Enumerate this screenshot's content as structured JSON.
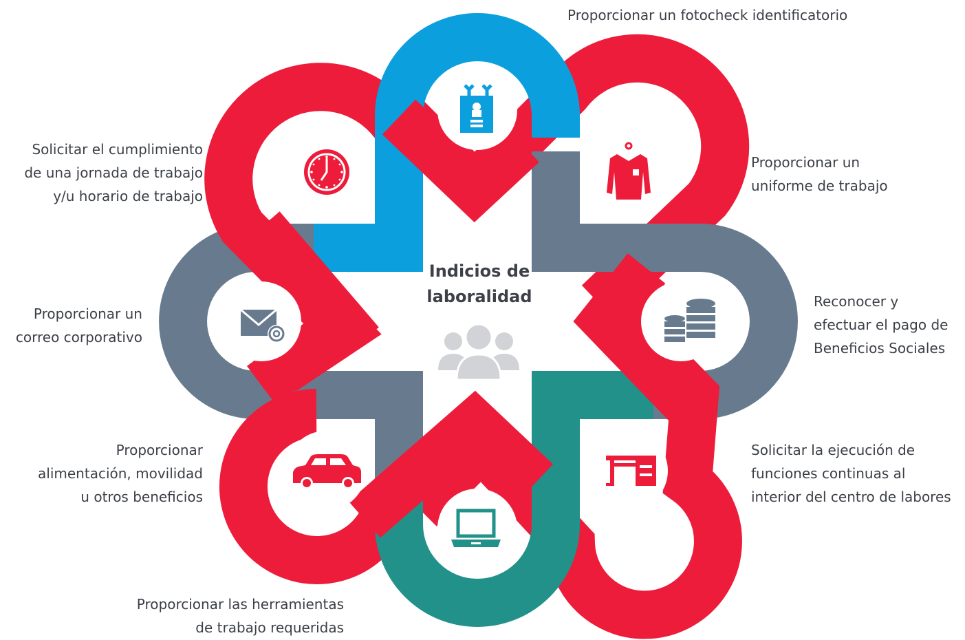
{
  "center": {
    "title_line1": "Indicios de",
    "title_line2": "laboralidad",
    "icon": "people-group-icon"
  },
  "colors": {
    "red": "#ED1C3A",
    "blue": "#0B9FDE",
    "slate": "#687B8E",
    "teal": "#21918A",
    "grey_icon": "#D2D3D6"
  },
  "items": [
    {
      "id": "badge",
      "icon": "id-badge-icon",
      "lines": [
        "Proporcionar un fotocheck identificatorio"
      ]
    },
    {
      "id": "uniform",
      "icon": "uniform-shirt-icon",
      "lines": [
        "Proporcionar un",
        "uniforme de trabajo"
      ]
    },
    {
      "id": "benefits",
      "icon": "coins-stack-icon",
      "lines": [
        "Reconocer y",
        "efectuar el pago de",
        "Beneficios Sociales"
      ]
    },
    {
      "id": "desk",
      "icon": "desk-icon",
      "lines": [
        "Solicitar la ejecución de",
        "funciones continuas al",
        "interior del centro de labores"
      ]
    },
    {
      "id": "tools",
      "icon": "laptop-icon",
      "lines": [
        "Proporcionar las herramientas",
        "de trabajo requeridas"
      ]
    },
    {
      "id": "car",
      "icon": "car-icon",
      "lines": [
        "Proporcionar",
        "alimentación, movilidad",
        "u otros beneficios"
      ]
    },
    {
      "id": "email",
      "icon": "email-at-icon",
      "lines": [
        "Proporcionar un",
        "correo corporativo"
      ]
    },
    {
      "id": "clock",
      "icon": "clock-icon",
      "lines": [
        "Solicitar el cumplimiento",
        "de una jornada de trabajo",
        "y/u horario de trabajo"
      ]
    }
  ]
}
